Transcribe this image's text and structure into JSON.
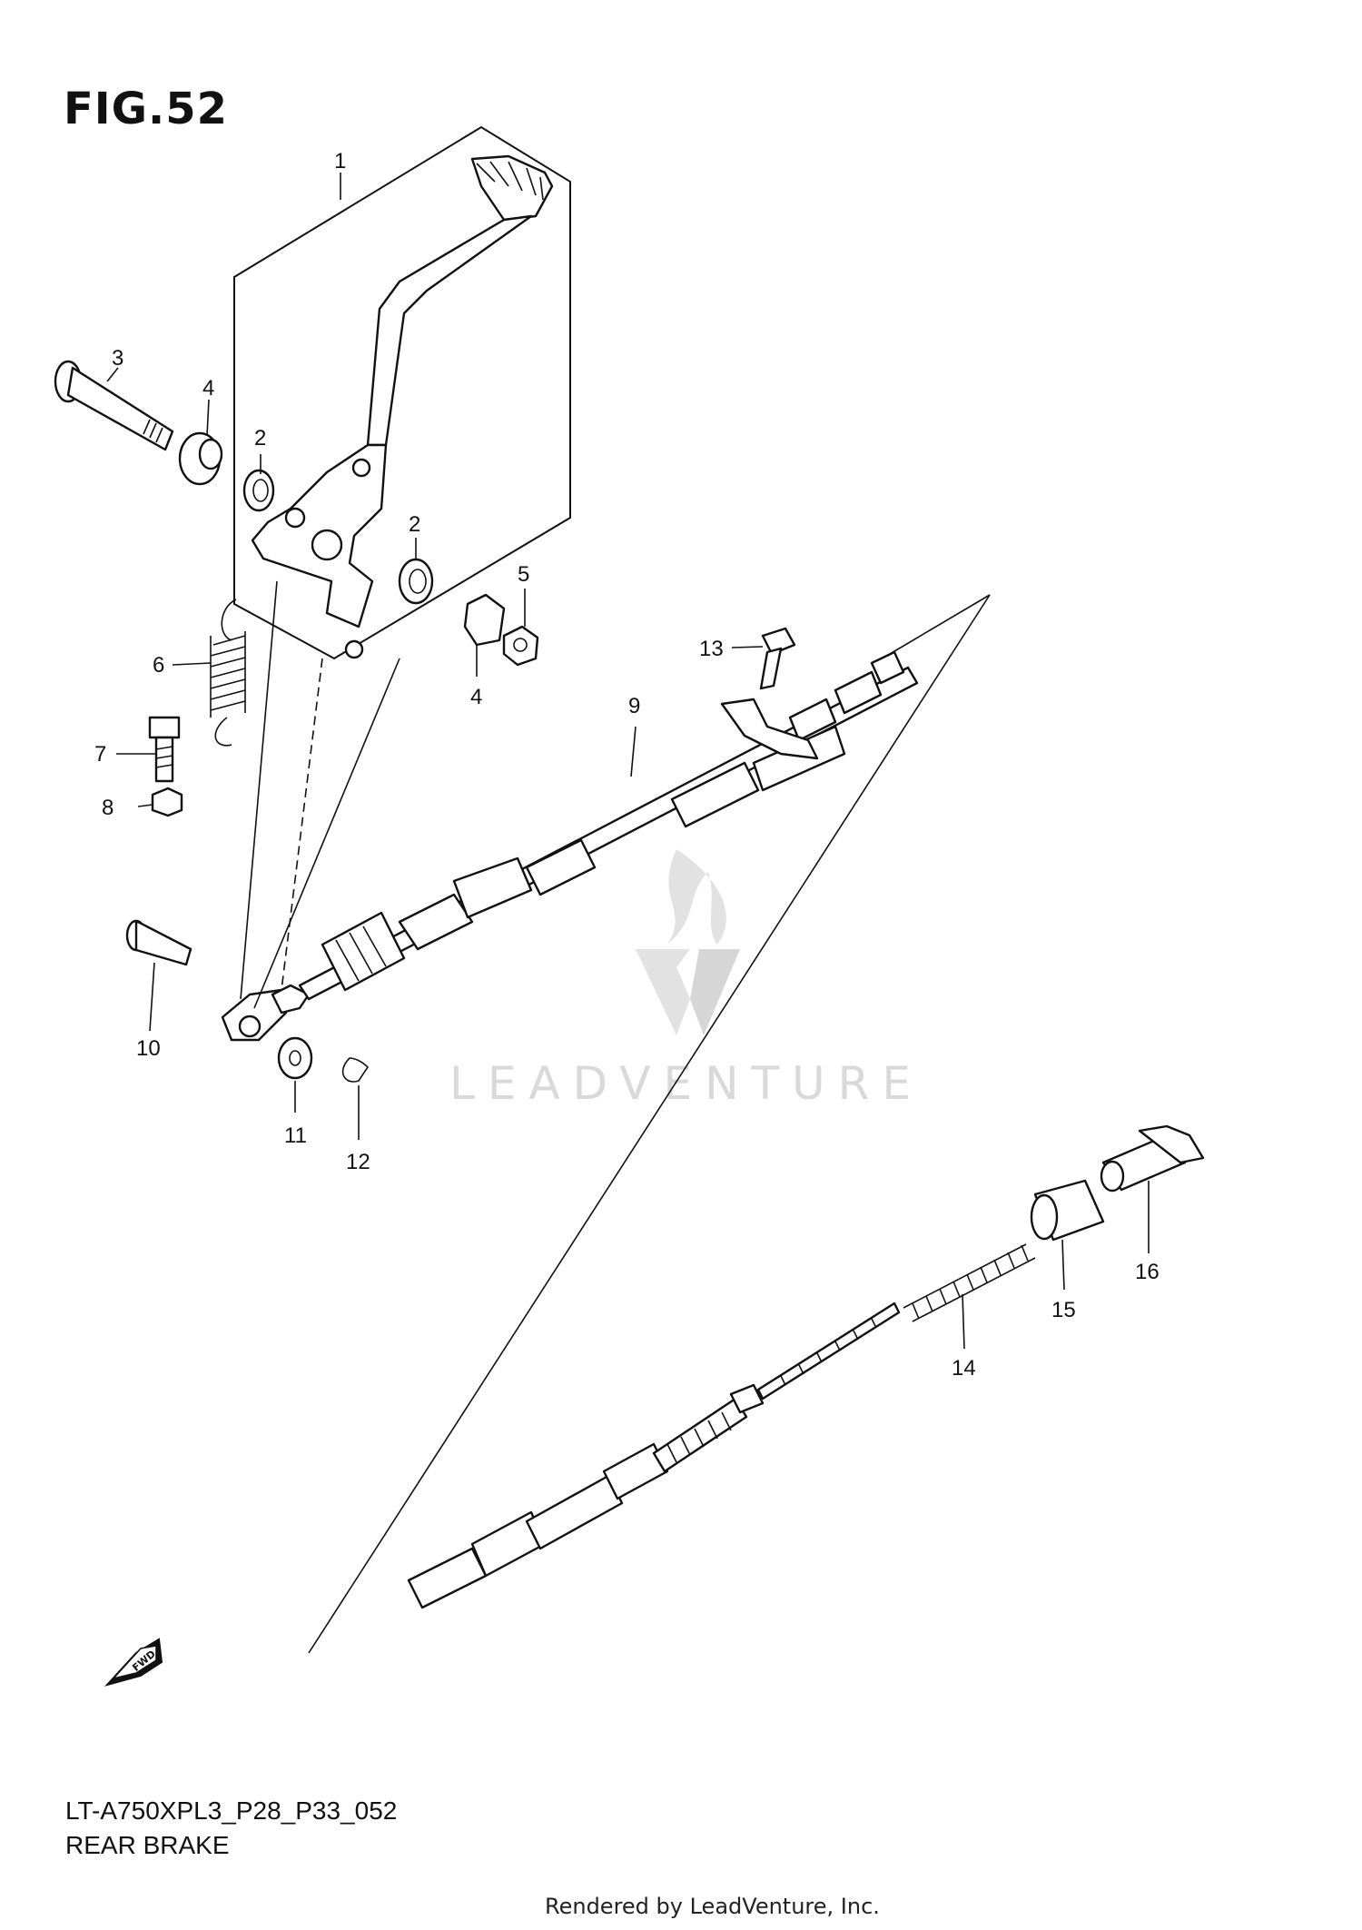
{
  "figure": {
    "title": "FIG.52"
  },
  "diagram": {
    "code": "LT-A750XPL3_P28_P33_052",
    "name": "REAR BRAKE"
  },
  "watermark": {
    "text": "LEADVENTURE"
  },
  "direction_badge": {
    "label": "FWD"
  },
  "credit": "Rendered by LeadVenture, Inc.",
  "callouts": [
    {
      "id": "callout-1",
      "label": "1"
    },
    {
      "id": "callout-2a",
      "label": "2"
    },
    {
      "id": "callout-2b",
      "label": "2"
    },
    {
      "id": "callout-3",
      "label": "3"
    },
    {
      "id": "callout-4a",
      "label": "4"
    },
    {
      "id": "callout-4b",
      "label": "4"
    },
    {
      "id": "callout-5",
      "label": "5"
    },
    {
      "id": "callout-6",
      "label": "6"
    },
    {
      "id": "callout-7",
      "label": "7"
    },
    {
      "id": "callout-8",
      "label": "8"
    },
    {
      "id": "callout-9",
      "label": "9"
    },
    {
      "id": "callout-10",
      "label": "10"
    },
    {
      "id": "callout-11",
      "label": "11"
    },
    {
      "id": "callout-12",
      "label": "12"
    },
    {
      "id": "callout-13",
      "label": "13"
    },
    {
      "id": "callout-14",
      "label": "14"
    },
    {
      "id": "callout-15",
      "label": "15"
    },
    {
      "id": "callout-16",
      "label": "16"
    }
  ],
  "colors": {
    "line": "#111111",
    "watermark": "#d9d9d9",
    "background": "#ffffff"
  }
}
